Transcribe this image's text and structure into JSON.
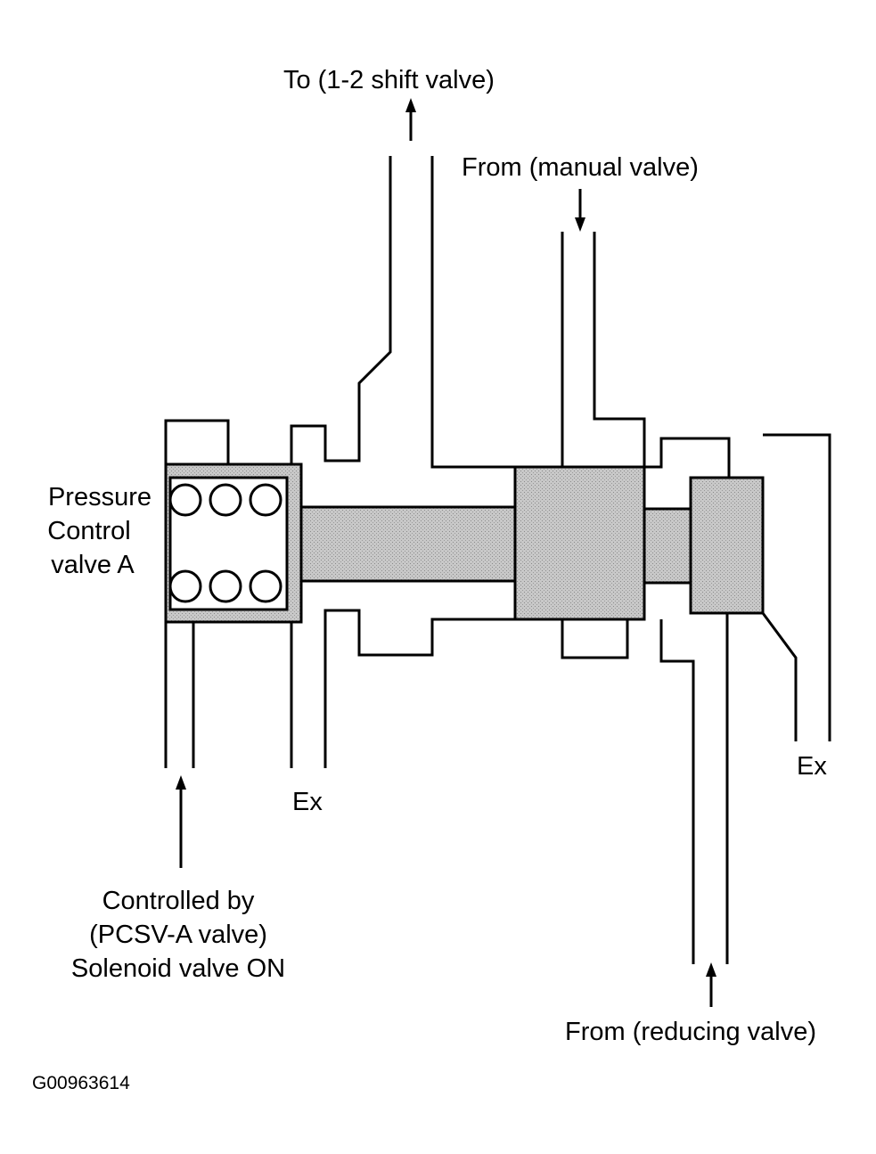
{
  "labels": {
    "to_shift": "To (1-2 shift valve)",
    "from_manual": "From (manual valve)",
    "pcv_line1": "Pressure",
    "pcv_line2": "Control",
    "pcv_line3": "valve A",
    "ex_left": "Ex",
    "ex_right": "Ex",
    "ctrl_line1": "Controlled by",
    "ctrl_line2": "(PCSV-A valve)",
    "ctrl_line3": "Solenoid valve ON",
    "from_reducing": "From (reducing valve)",
    "figure_code": "G00963614"
  },
  "colors": {
    "ink": "#000000",
    "paper": "#ffffff",
    "shade": "#c8c8c8"
  }
}
